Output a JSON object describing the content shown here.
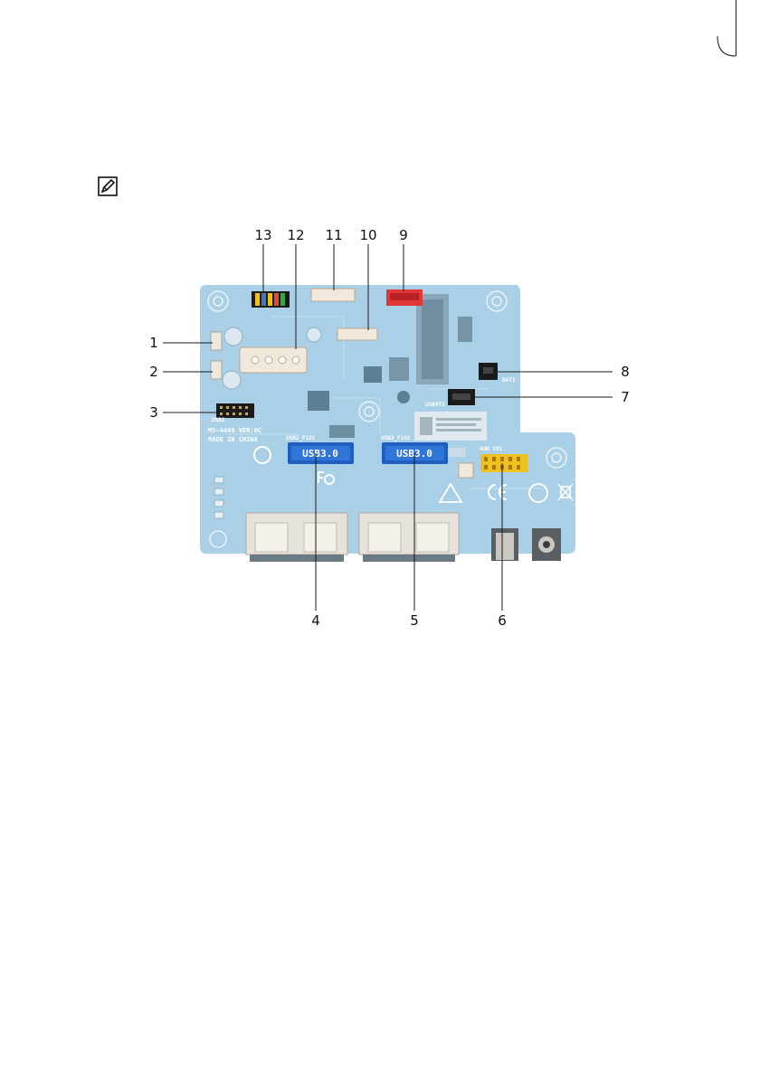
{
  "callouts": [
    "1",
    "2",
    "3",
    "4",
    "5",
    "6",
    "7",
    "8",
    "9",
    "10",
    "11",
    "12",
    "13"
  ],
  "board_labels": {
    "usb3_badge": "USB3.0",
    "usb3_badge_2": "USB3.0",
    "model": "MS-4449 VER:0C",
    "made_in": "MADE IN CHINA",
    "usb_f1": "USB2_F1O1",
    "usb_f2": "USB3_F1O2",
    "audio": "AUD IO1",
    "usb1": "USB1",
    "usb_1a": "USB4T1",
    "jfan": "BAT1"
  },
  "icons": [
    "note-icon"
  ],
  "colors": {
    "board": "#a9d0e6",
    "connector_blue": "#1f5fbf",
    "connector_red": "#e23636",
    "connector_yellow": "#f0c020",
    "connector_white": "#f1e8dc",
    "connector_black": "#1b1b1b"
  }
}
